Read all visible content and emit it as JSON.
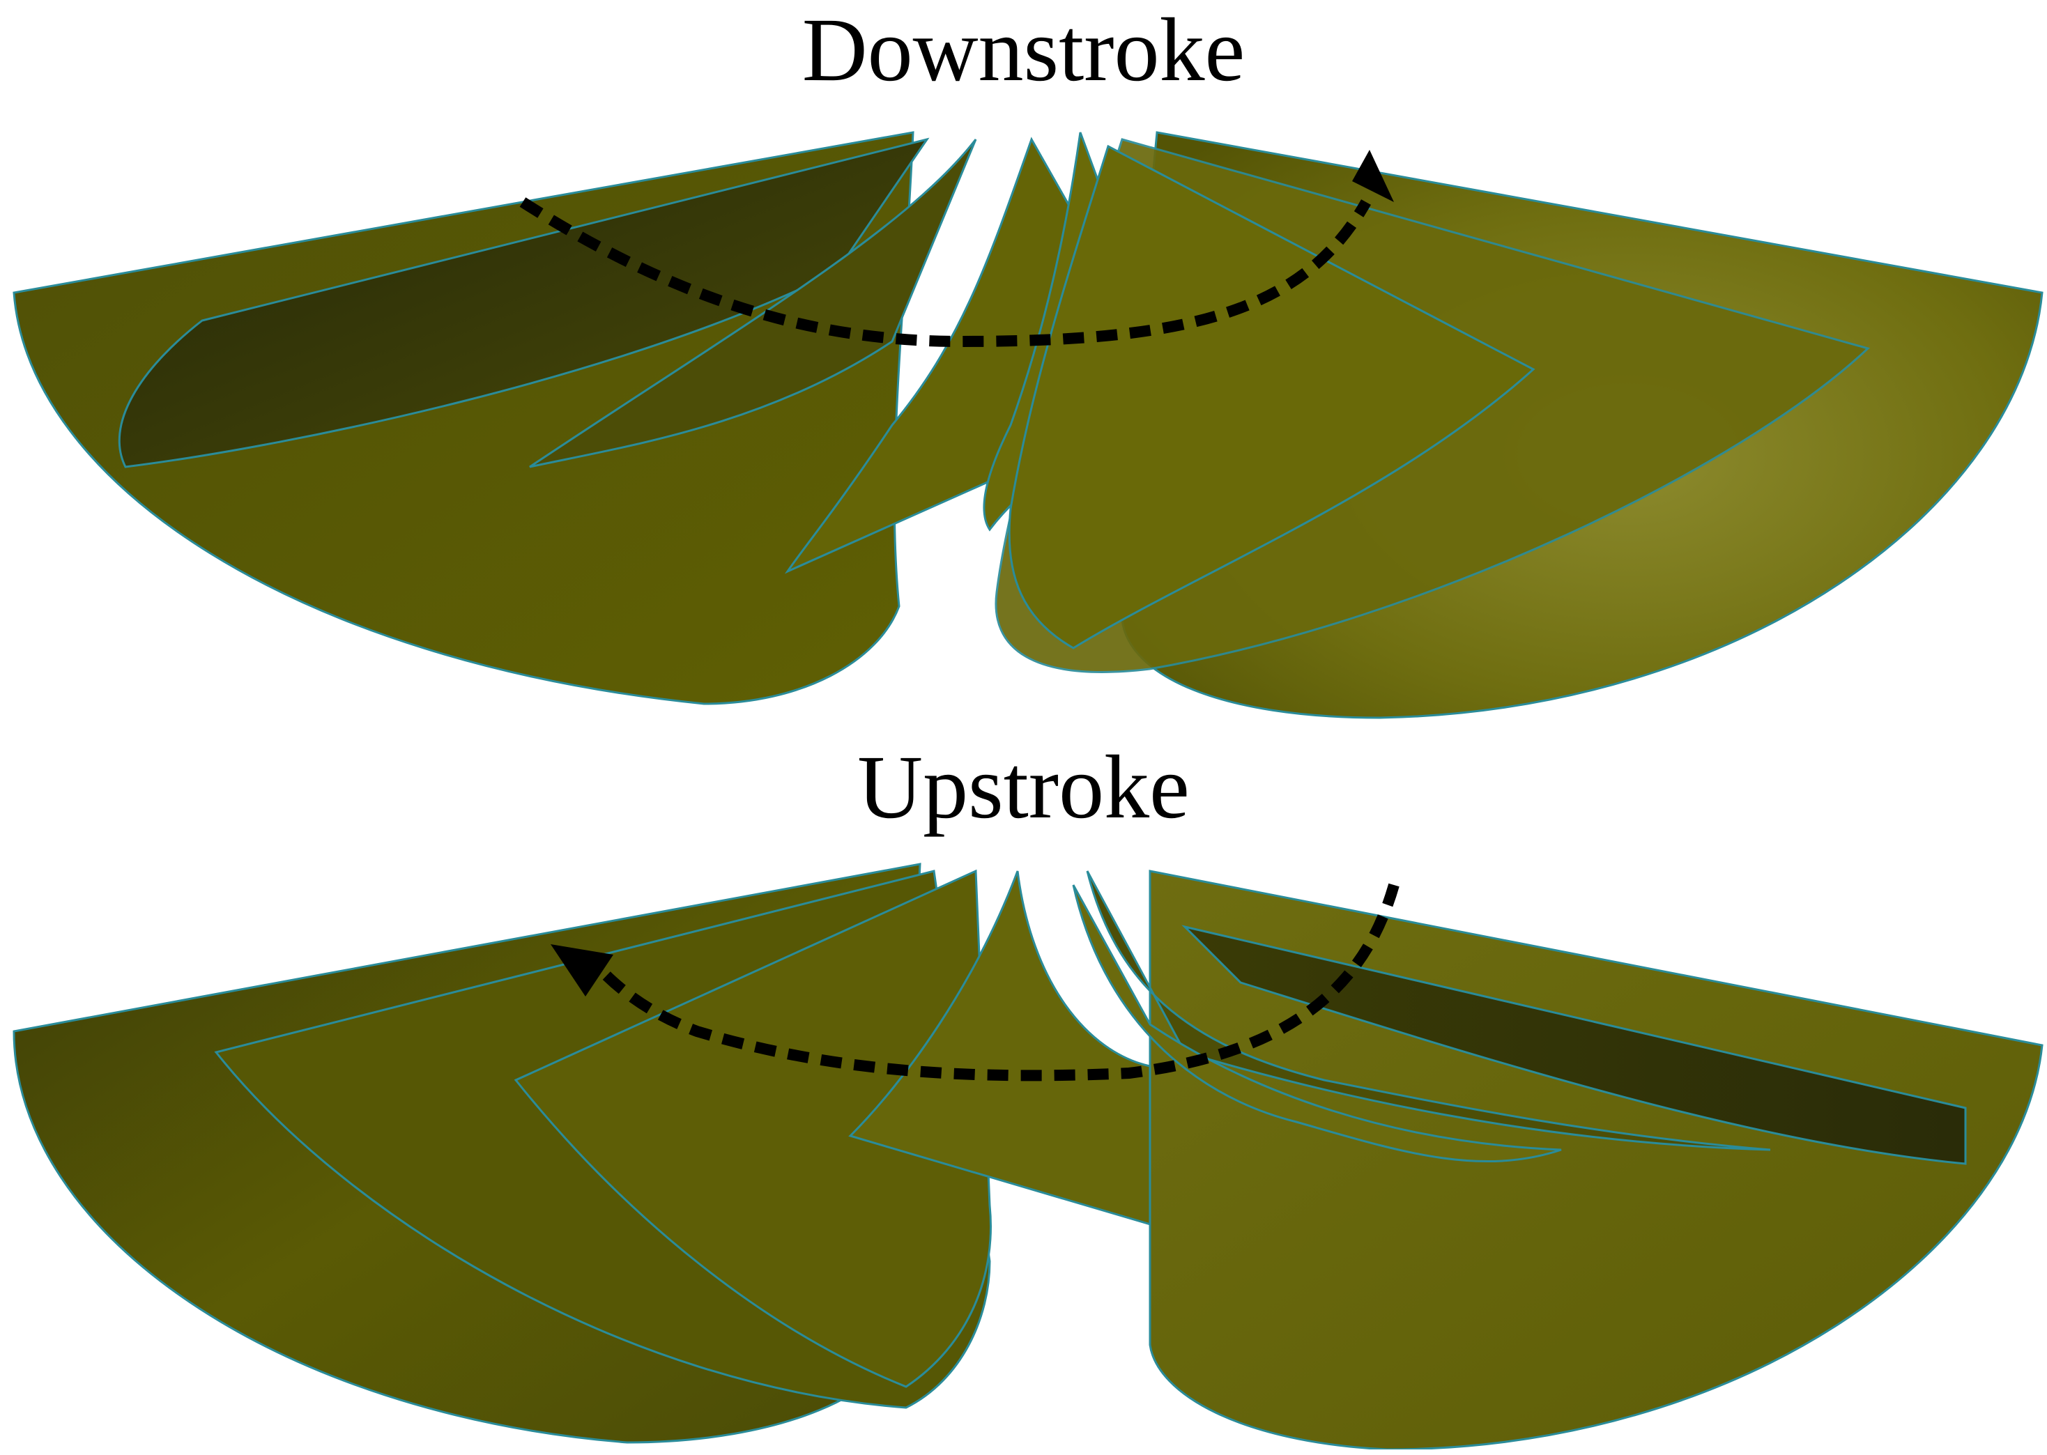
{
  "panels": [
    {
      "title": "Downstroke",
      "arrow_direction": "left-to-right"
    },
    {
      "title": "Upstroke",
      "arrow_direction": "right-to-left"
    }
  ],
  "colors": {
    "wing_dark": "#2f3208",
    "wing_mid": "#5c5c04",
    "wing_light": "#8a8a2a",
    "wing_outline": "#2a8c9a",
    "arrow": "#000000"
  }
}
